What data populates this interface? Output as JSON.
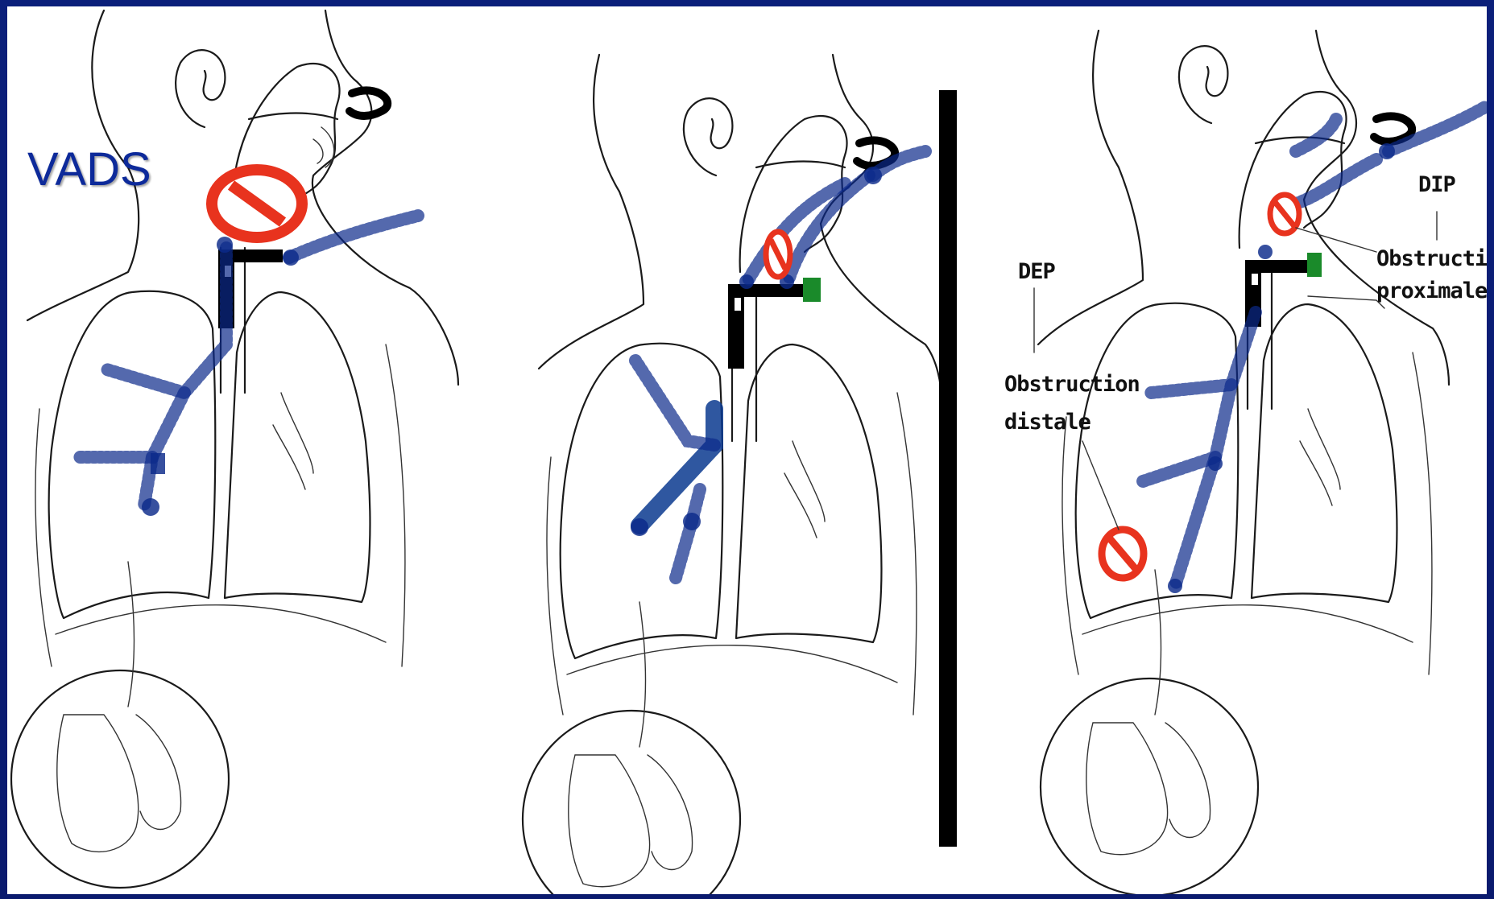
{
  "title": "VADS",
  "labels": {
    "dip": "DIP",
    "obstruction_proximale_line1": "Obstruction",
    "obstruction_proximale_line2": "proximale",
    "dep": "DEP",
    "obstruction_distale_line1": "Obstruction",
    "obstruction_distale_line2": "distale"
  },
  "colors": {
    "slide_background": "#0a1a6e",
    "title_text": "#0d2a9a",
    "airflow": "#0b2a8a",
    "prohibition_sign": "#e8331e",
    "tube": "#000000",
    "valve": "#1a8a2a"
  },
  "icons": [
    "prohibition-icon",
    "nose-mask-icon",
    "tracheal-tube-icon"
  ]
}
